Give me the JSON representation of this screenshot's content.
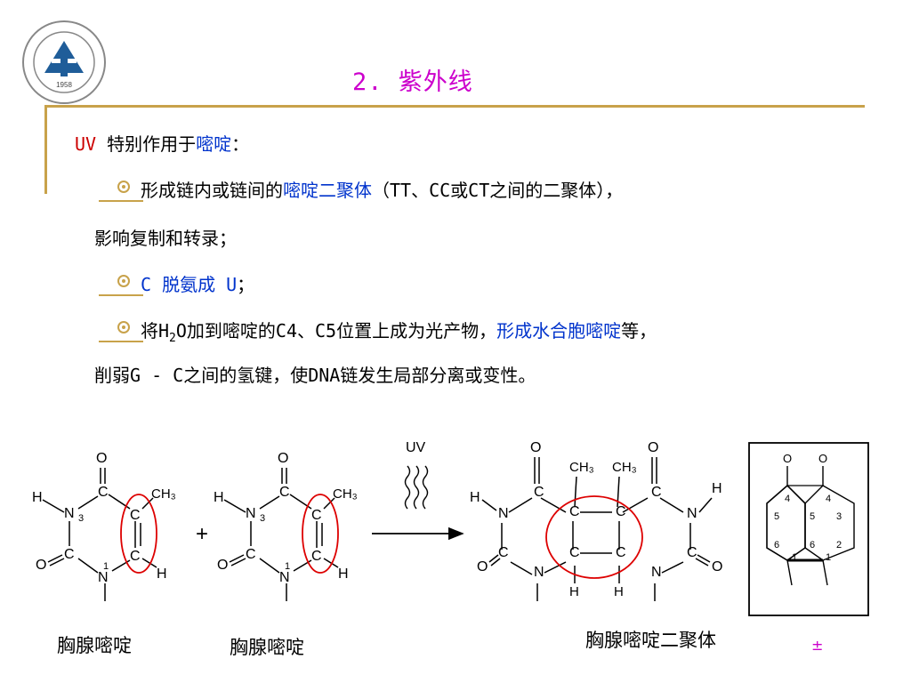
{
  "title": "2. 紫外线",
  "intro": {
    "uv": "UV",
    "text": " 特别作用于",
    "pyrimidine": "嘧啶",
    "colon": "："
  },
  "bullet1": {
    "part1": "形成链内或链间的",
    "highlight": "嘧啶二聚体",
    "part2": "（TT、CC或CT之间的二聚体），",
    "cont": "影响复制和转录；"
  },
  "bullet2": {
    "highlight": "C 脱氨成 U",
    "end": "；"
  },
  "bullet3": {
    "pre": "将H",
    "sub": "2",
    "mid": "O加到嘧啶的C4、C5位置上成为光产物，",
    "highlight": "形成水合胞嘧啶",
    "end": "等，",
    "cont": "削弱G - C之间的氢键，使DNA链发生局部分离或变性。"
  },
  "diagram": {
    "plus": "+",
    "uv_label": "UV",
    "ch3": "CH₃",
    "o": "O",
    "h": "H",
    "n": "N",
    "c": "C",
    "n1": "1",
    "n3": "3"
  },
  "captions": {
    "thymine1": "胸腺嘧啶",
    "thymine2": "胸腺嘧啶",
    "dimer": "胸腺嘧啶二聚体",
    "corner_mark": "±"
  },
  "colors": {
    "title": "#cc00cc",
    "accent_line": "#c8a24a",
    "uv_red": "#cc0000",
    "highlight_blue": "#0033cc",
    "ring_circle": "#dd0000"
  }
}
